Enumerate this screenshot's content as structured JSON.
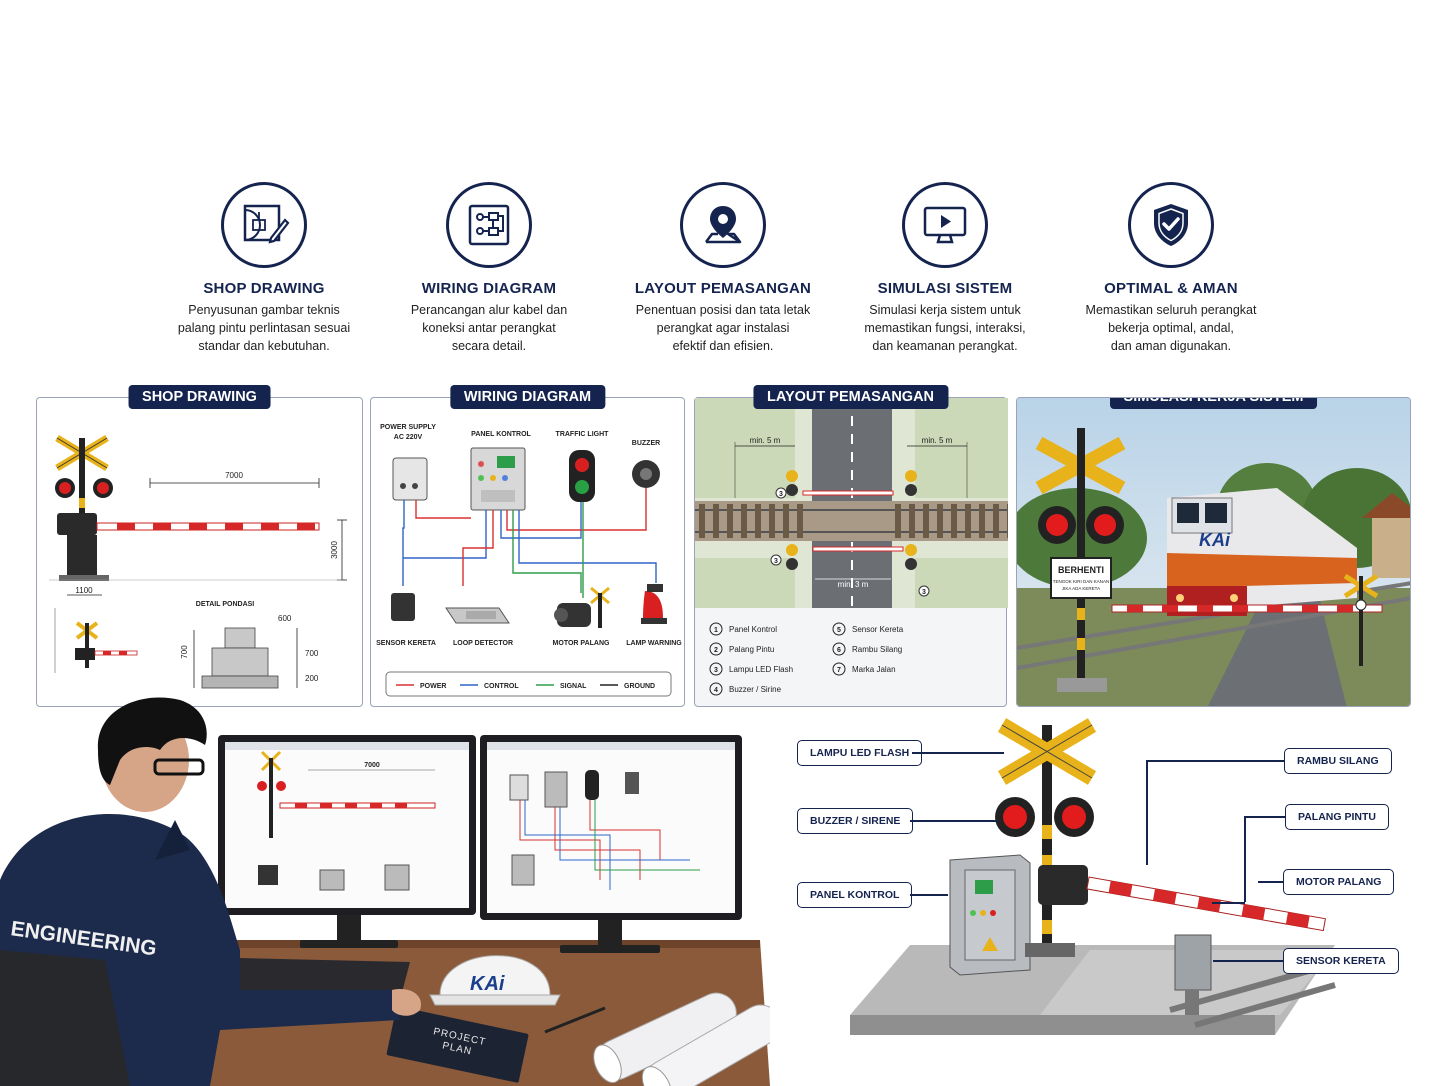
{
  "features": [
    {
      "title": "SHOP DRAWING",
      "desc": [
        "Penyusunan gambar teknis",
        "palang pintu perlintasan sesuai",
        "standar dan kebutuhan."
      ],
      "icon": "blueprint-pencil-icon"
    },
    {
      "title": "WIRING DIAGRAM",
      "desc": [
        "Perancangan alur kabel dan",
        "koneksi antar perangkat",
        "secara detail."
      ],
      "icon": "circuit-icon"
    },
    {
      "title": "LAYOUT PEMASANGAN",
      "desc": [
        "Penentuan posisi dan tata letak",
        "perangkat agar instalasi",
        "efektif dan efisien."
      ],
      "icon": "map-pin-icon"
    },
    {
      "title": "SIMULASI SISTEM",
      "desc": [
        "Simulasi kerja sistem untuk",
        "memastikan fungsi, interaksi,",
        "dan keamanan perangkat."
      ],
      "icon": "monitor-play-icon"
    },
    {
      "title": "OPTIMAL & AMAN",
      "desc": [
        "Memastikan seluruh perangkat",
        "bekerja optimal, andal,",
        "dan aman digunakan."
      ],
      "icon": "shield-check-icon"
    }
  ],
  "panels": {
    "shop": {
      "title": "SHOP DRAWING",
      "dim_length": "7000",
      "dim_height": "3000",
      "dim_base": "1100",
      "detail_title": "DETAIL PONDASI",
      "dim_600": "600",
      "dim_700": "700",
      "dim_200": "200",
      "dim_left": "700"
    },
    "wiring": {
      "title": "WIRING DIAGRAM",
      "power_supply": [
        "POWER SUPPLY",
        "AC 220V"
      ],
      "panel_kontrol": "PANEL KONTROL",
      "traffic_light": "TRAFFIC LIGHT",
      "buzzer": "BUZZER",
      "sensor_kereta": "SENSOR KERETA",
      "loop_detector": "LOOP DETECTOR",
      "motor_palang": "MOTOR PALANG",
      "lamp_warning": "LAMP WARNING",
      "legend": [
        "POWER",
        "CONTROL",
        "SIGNAL",
        "GROUND"
      ],
      "legend_colors": [
        "#d93030",
        "#2f64c8",
        "#2e9d4a",
        "#222222"
      ]
    },
    "layout": {
      "title": "LAYOUT PEMASANGAN",
      "min5a": "min. 5 m",
      "min5b": "min. 5 m",
      "min3": "min. 3 m",
      "legend": [
        {
          "n": "1",
          "label": "Panel Kontrol"
        },
        {
          "n": "2",
          "label": "Palang Pintu"
        },
        {
          "n": "3",
          "label": "Lampu LED Flash"
        },
        {
          "n": "4",
          "label": "Buzzer / Sirine"
        },
        {
          "n": "5",
          "label": "Sensor Kereta"
        },
        {
          "n": "6",
          "label": "Rambu Silang"
        },
        {
          "n": "7",
          "label": "Marka Jalan"
        }
      ]
    },
    "sim": {
      "title": "SIMULASI KERJA SISTEM",
      "sign": "BERHENTI",
      "sign_sub": [
        "TENGOK KIRI DAN KANAN",
        "JIKA ADA KERETA"
      ],
      "loco_logo": "KAi"
    }
  },
  "desk": {
    "jacket_text": "ENGINEERING",
    "helmet_logo": "KAi",
    "book_text": [
      "PROJECT",
      "PLAN"
    ],
    "monitor_dim": "7000"
  },
  "callouts": {
    "left": [
      "LAMPU LED FLASH",
      "BUZZER / SIRENE",
      "PANEL KONTROL"
    ],
    "right": [
      "RAMBU SILANG",
      "PALANG PINTU",
      "MOTOR PALANG",
      "SENSOR KERETA"
    ]
  }
}
